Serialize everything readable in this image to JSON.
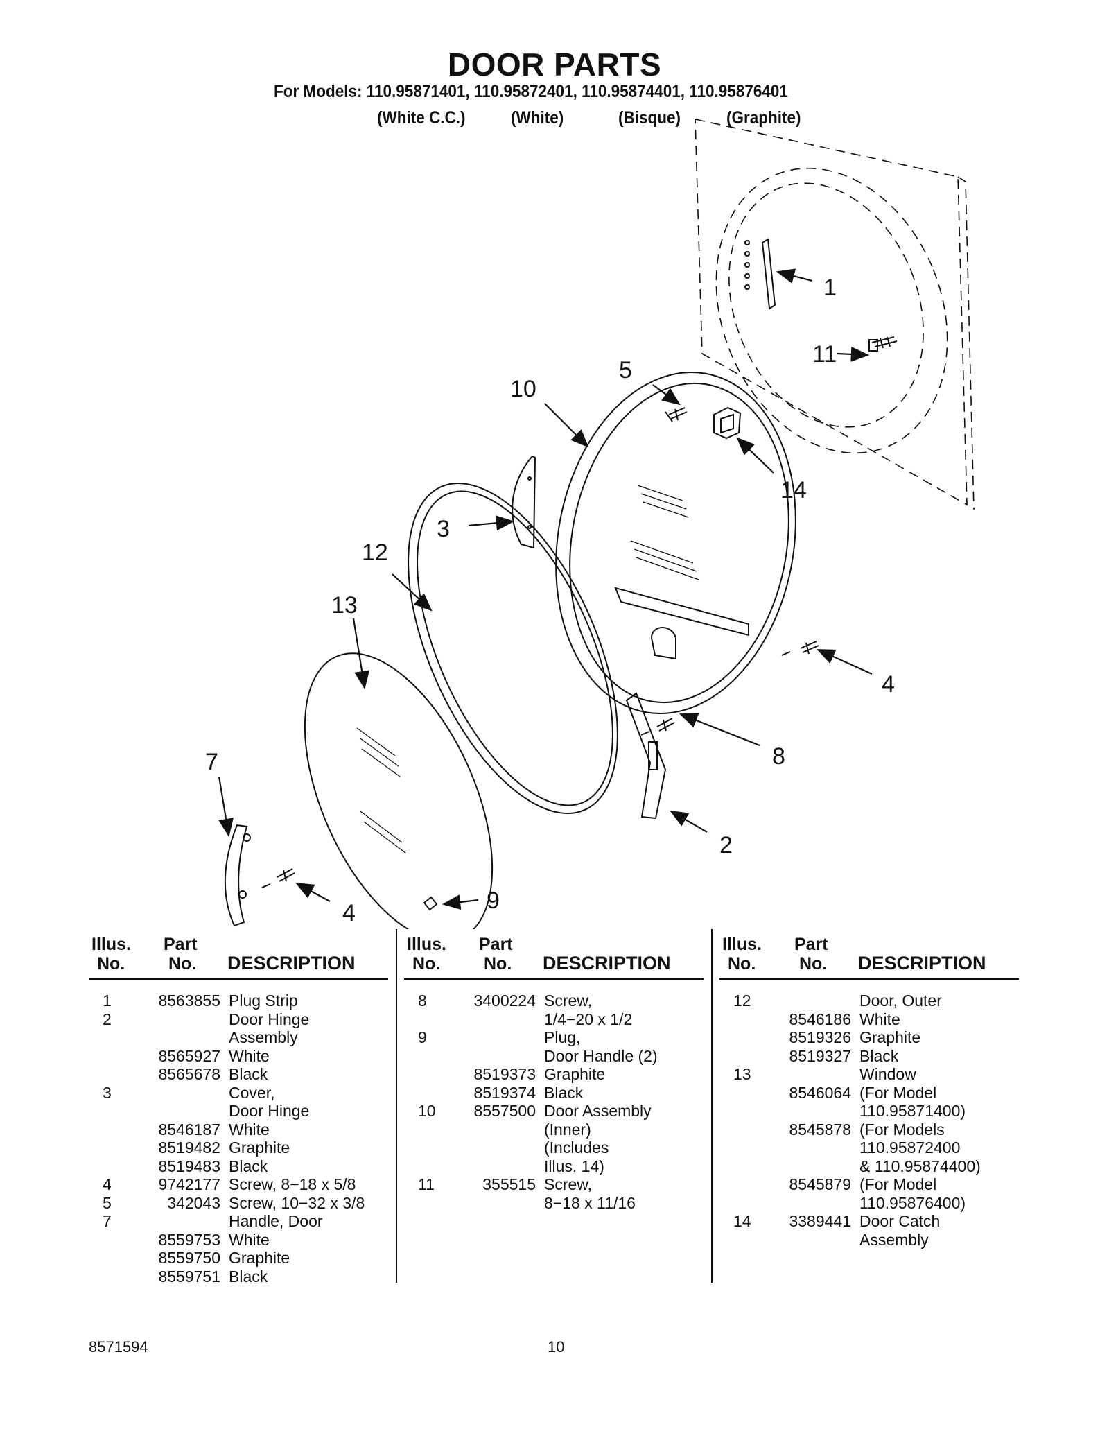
{
  "title": "DOOR PARTS",
  "models_line": "For Models: 110.95871401, 110.95872401, 110.95874401, 110.95876401",
  "colors": [
    "(White C.C.)",
    "(White)",
    "(Bisque)",
    "(Graphite)"
  ],
  "callouts": [
    "1",
    "11",
    "5",
    "10",
    "14",
    "3",
    "12",
    "13",
    "4",
    "8",
    "7",
    "2",
    "4",
    "9"
  ],
  "table_header": {
    "illus": "Illus.",
    "no": "No.",
    "part": "Part",
    "part_no": "No.",
    "description": "DESCRIPTION"
  },
  "columns": [
    [
      {
        "illus": "1",
        "part": "8563855",
        "desc": "Plug Strip"
      },
      {
        "illus": "2",
        "part": "",
        "desc": "Door Hinge"
      },
      {
        "illus": "",
        "part": "",
        "desc": "Assembly"
      },
      {
        "illus": "",
        "part": "8565927",
        "desc": "White"
      },
      {
        "illus": "",
        "part": "8565678",
        "desc": "Black"
      },
      {
        "illus": "3",
        "part": "",
        "desc": "Cover,"
      },
      {
        "illus": "",
        "part": "",
        "desc": "Door Hinge"
      },
      {
        "illus": "",
        "part": "8546187",
        "desc": "White"
      },
      {
        "illus": "",
        "part": "8519482",
        "desc": "Graphite"
      },
      {
        "illus": "",
        "part": "8519483",
        "desc": "Black"
      },
      {
        "illus": "4",
        "part": "9742177",
        "desc": "Screw, 8−18 x 5/8"
      },
      {
        "illus": "5",
        "part": "342043",
        "desc": "Screw, 10−32 x 3/8"
      },
      {
        "illus": "7",
        "part": "",
        "desc": "Handle, Door"
      },
      {
        "illus": "",
        "part": "8559753",
        "desc": "White"
      },
      {
        "illus": "",
        "part": "8559750",
        "desc": "Graphite"
      },
      {
        "illus": "",
        "part": "8559751",
        "desc": "Black"
      }
    ],
    [
      {
        "illus": "8",
        "part": "3400224",
        "desc": "Screw,"
      },
      {
        "illus": "",
        "part": "",
        "desc": "1/4−20 x 1/2"
      },
      {
        "illus": "9",
        "part": "",
        "desc": "Plug,"
      },
      {
        "illus": "",
        "part": "",
        "desc": "Door Handle (2)"
      },
      {
        "illus": "",
        "part": "8519373",
        "desc": "Graphite"
      },
      {
        "illus": "",
        "part": "8519374",
        "desc": "Black"
      },
      {
        "illus": "10",
        "part": "8557500",
        "desc": "Door Assembly"
      },
      {
        "illus": "",
        "part": "",
        "desc": "(Inner)"
      },
      {
        "illus": "",
        "part": "",
        "desc": "(Includes"
      },
      {
        "illus": "",
        "part": "",
        "desc": " Illus. 14)"
      },
      {
        "illus": "11",
        "part": "355515",
        "desc": "Screw,"
      },
      {
        "illus": "",
        "part": "",
        "desc": "8−18 x 11/16"
      }
    ],
    [
      {
        "illus": "12",
        "part": "",
        "desc": "Door, Outer"
      },
      {
        "illus": "",
        "part": "8546186",
        "desc": "White"
      },
      {
        "illus": "",
        "part": "8519326",
        "desc": "Graphite"
      },
      {
        "illus": "",
        "part": "8519327",
        "desc": "Black"
      },
      {
        "illus": "13",
        "part": "",
        "desc": "Window"
      },
      {
        "illus": "",
        "part": "8546064",
        "desc": "(For Model"
      },
      {
        "illus": "",
        "part": "",
        "desc": " 110.95871400)"
      },
      {
        "illus": "",
        "part": "8545878",
        "desc": "(For Models"
      },
      {
        "illus": "",
        "part": "",
        "desc": " 110.95872400"
      },
      {
        "illus": "",
        "part": "",
        "desc": " & 110.95874400)"
      },
      {
        "illus": "",
        "part": "8545879",
        "desc": "(For Model"
      },
      {
        "illus": "",
        "part": "",
        "desc": " 110.95876400)"
      },
      {
        "illus": "14",
        "part": "3389441",
        "desc": "Door Catch"
      },
      {
        "illus": "",
        "part": "",
        "desc": "Assembly"
      }
    ]
  ],
  "footer": {
    "doc_number": "8571594",
    "page": "10"
  }
}
